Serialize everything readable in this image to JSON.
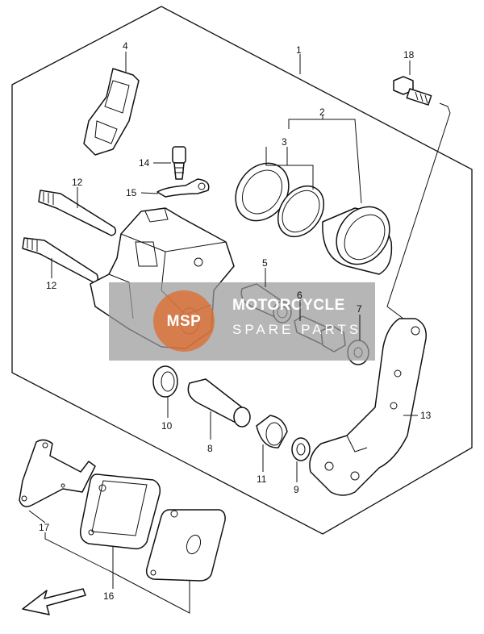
{
  "callouts": {
    "c1": "1",
    "c2": "2",
    "c3": "3",
    "c4": "4",
    "c5": "5",
    "c6": "6",
    "c7": "7",
    "c8": "8",
    "c9": "9",
    "c10": "10",
    "c11": "11",
    "c12a": "12",
    "c12b": "12",
    "c13": "13",
    "c14": "14",
    "c15": "15",
    "c16": "16",
    "c17": "17",
    "c18": "18"
  },
  "watermark": {
    "main": "MOTORCYCLE",
    "sub": "SPARE PARTS",
    "badge": "MSP"
  },
  "colors": {
    "line": "#111111",
    "watermark_bg": "#9a9a9a",
    "watermark_badge": "#e06a2a"
  },
  "icons": {
    "direction_arrow": "front-arrow-icon"
  }
}
